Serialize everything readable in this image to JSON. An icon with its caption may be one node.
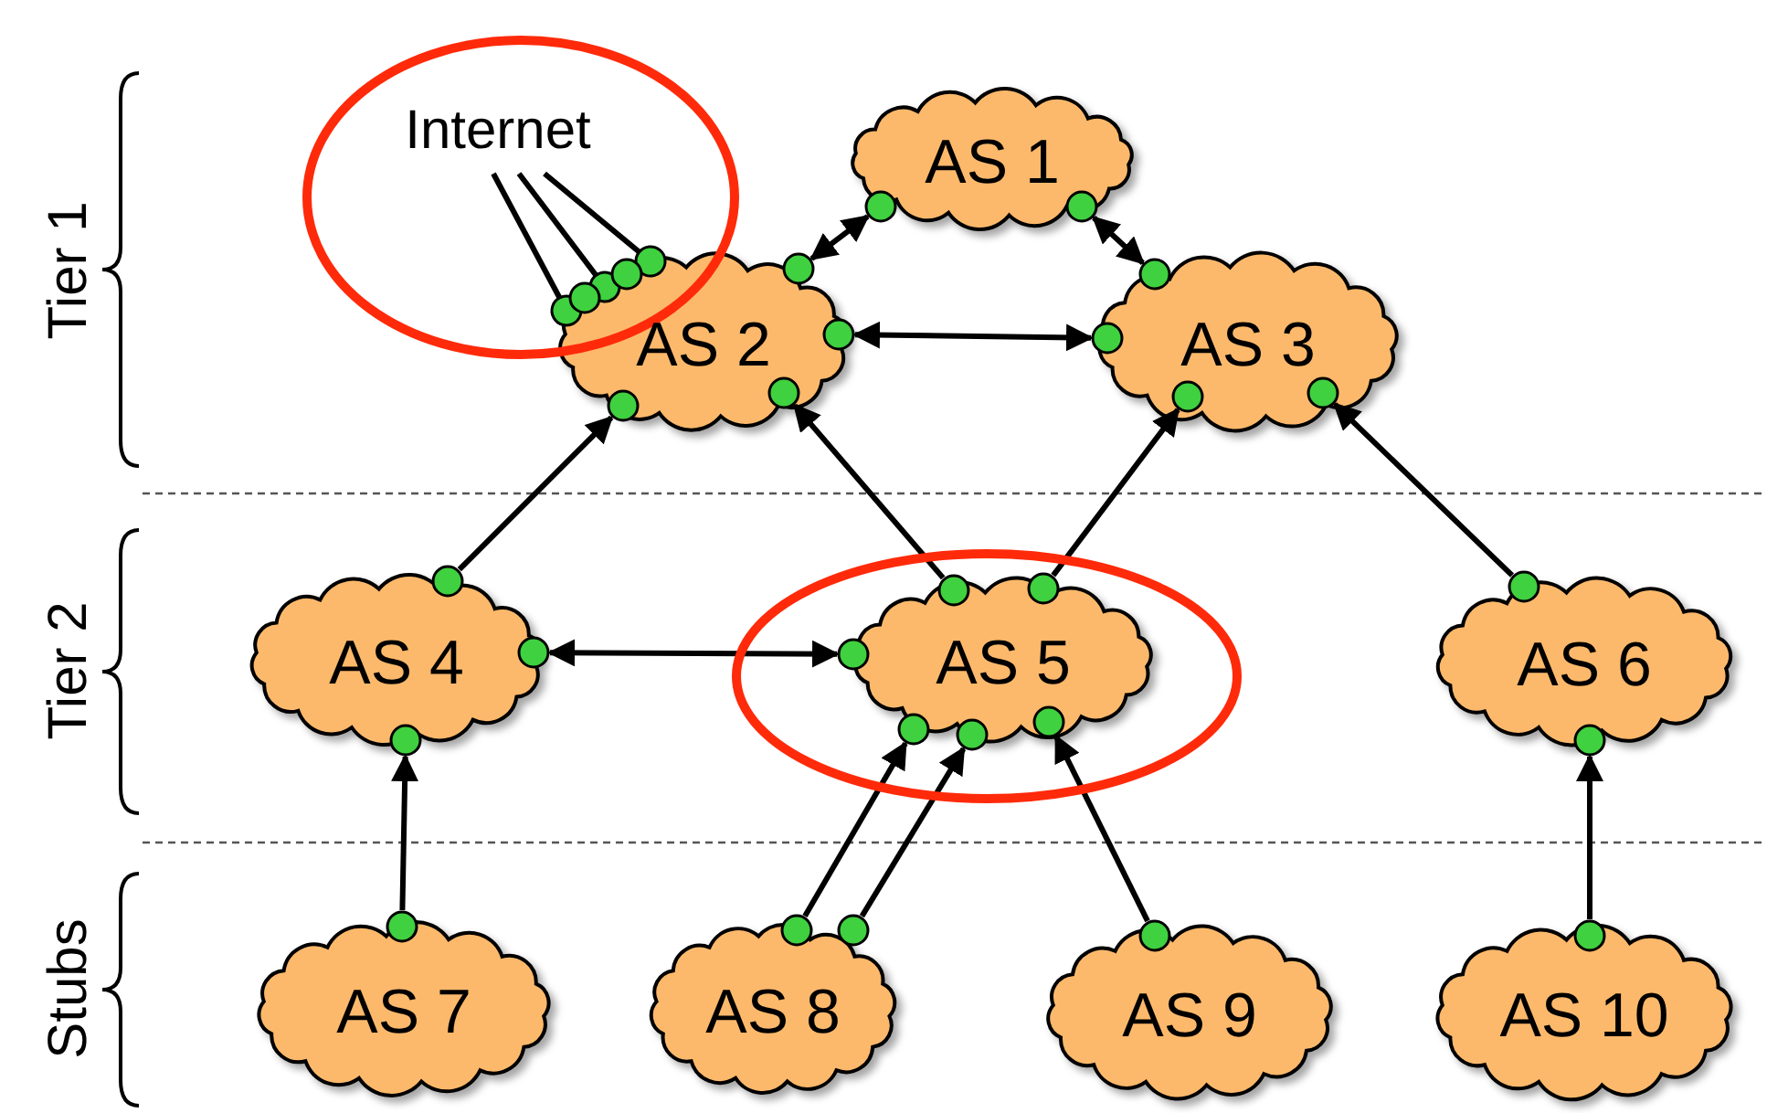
{
  "diagram": {
    "nodes": [
      {
        "text": [
          "Internet"
        ]
      },
      {
        "text": [
          "AS 1"
        ]
      },
      {
        "text": [
          "AS 2"
        ]
      },
      {
        "text": [
          "AS 3"
        ]
      },
      {
        "text": [
          "AS 4"
        ]
      },
      {
        "text": [
          "AS 5"
        ]
      },
      {
        "text": [
          "AS 6"
        ]
      },
      {
        "text": [
          "AS 7"
        ]
      },
      {
        "text": [
          "AS 8"
        ]
      },
      {
        "text": [
          "AS 9"
        ]
      },
      {
        "text": [
          "AS 10"
        ]
      }
    ],
    "edges": [
      {
        "from": 1,
        "to": 2,
        "arrow": "both"
      },
      {
        "from": 1,
        "to": 3,
        "arrow": "both"
      },
      {
        "from": 2,
        "to": 3,
        "arrow": "both"
      },
      {
        "from": 4,
        "to": 2,
        "arrow": "to"
      },
      {
        "from": 5,
        "to": 2,
        "arrow": "to"
      },
      {
        "from": 5,
        "to": 3,
        "arrow": "to"
      },
      {
        "from": 6,
        "to": 3,
        "arrow": "to"
      },
      {
        "from": 4,
        "to": 5,
        "arrow": "both"
      },
      {
        "from": 7,
        "to": 4,
        "arrow": "to"
      },
      {
        "from": 8,
        "to": 5,
        "arrow": "to"
      },
      {
        "from": 8,
        "to": 5,
        "arrow": "to"
      },
      {
        "from": 9,
        "to": 5,
        "arrow": "to"
      },
      {
        "from": 10,
        "to": 6,
        "arrow": "to"
      },
      {
        "from": 0,
        "to": 2,
        "arrow": "other"
      },
      {
        "from": 0,
        "to": 2,
        "arrow": "other"
      },
      {
        "from": 0,
        "to": 2,
        "arrow": "other"
      }
    ],
    "labels": [
      "Tier 1",
      "Tier 2",
      "Stubs"
    ]
  }
}
